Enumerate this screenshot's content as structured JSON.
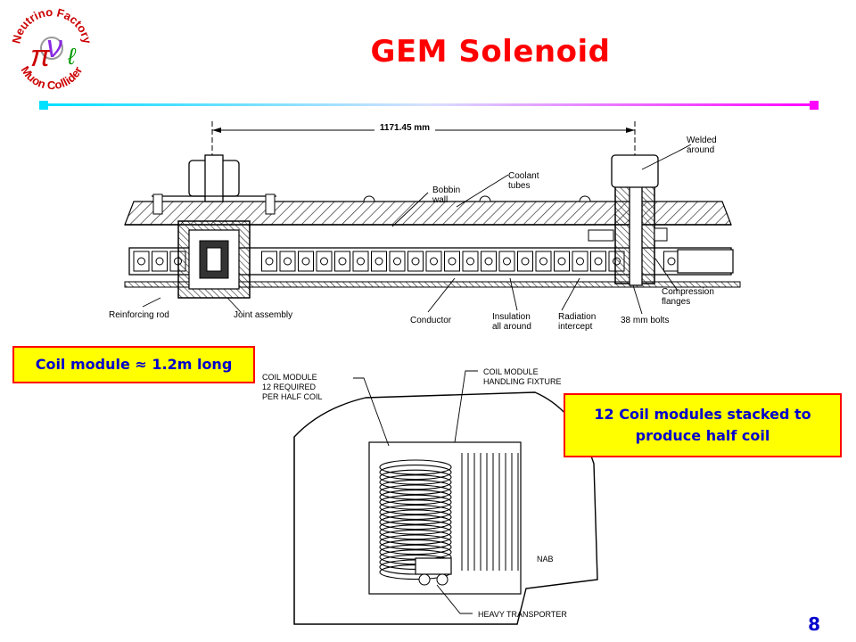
{
  "title": "GEM Solenoid",
  "logo": {
    "text_top": "Neutrino Factory",
    "text_bottom": "Muon Collider"
  },
  "colors": {
    "title": "#ff0000",
    "callout_fill": "#ffff00",
    "callout_border": "#ff0000",
    "callout_text": "#0000cc",
    "bar_start": "#00e0ff",
    "bar_end": "#ff00ff"
  },
  "top_diagram": {
    "dimension": "1171.45 mm",
    "labels": {
      "welded": "Welded\naround",
      "coolant": "Coolant\ntubes",
      "bobbin": "Bobbin\nwall",
      "reinforcing": "Reinforcing rod",
      "joint": "Joint assembly",
      "conductor": "Conductor",
      "insulation": "Insulation\nall around",
      "radiation": "Radiation\nintercept",
      "bolts": "38 mm bolts",
      "compression": "Compression\nflanges"
    }
  },
  "bottom_diagram": {
    "labels": {
      "coil_module": "COIL MODULE\n12 REQUIRED\nPER HALF COIL",
      "fixture": "COIL MODULE\nHANDLING FIXTURE",
      "nab": "NAB",
      "transporter": "HEAVY TRANSPORTER"
    }
  },
  "callouts": {
    "coil_length": "Coil module ≈ 1.2m long",
    "stacked": "12 Coil modules stacked to produce half coil"
  },
  "page_number": "8"
}
